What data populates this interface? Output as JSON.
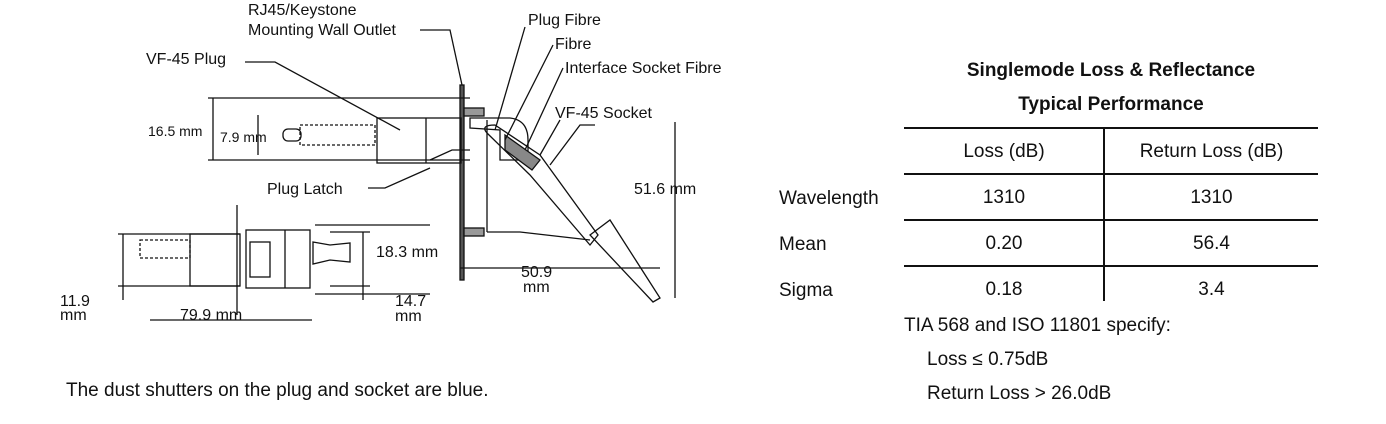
{
  "diagram": {
    "labels": {
      "outlet_line1": "RJ45/Keystone",
      "outlet_line2": "Mounting Wall Outlet",
      "plug": "VF-45 Plug",
      "plug_fibre": "Plug Fibre",
      "fibre": "Fibre",
      "interface_socket_fibre": "Interface Socket Fibre",
      "socket": "VF-45 Socket",
      "plug_latch": "Plug Latch"
    },
    "dimensions": {
      "d16_5": "16.5 mm",
      "d7_9": "7.9 mm",
      "d51_6": "51.6 mm",
      "d18_3": "18.3 mm",
      "d50_9_a": "50.9",
      "d50_9_b": "mm",
      "d11_9_a": "11.9",
      "d11_9_b": "mm",
      "d79_9": "79.9 mm",
      "d14_7_a": "14.7",
      "d14_7_b": "mm"
    },
    "caption": "The dust shutters on the plug and socket are blue."
  },
  "table": {
    "title_line1": "Singlemode Loss & Reflectance",
    "title_line2": "Typical Performance",
    "headers": [
      "Loss (dB)",
      "Return Loss (dB)"
    ],
    "rows": [
      {
        "label": "Wavelength",
        "loss": "1310",
        "return_loss": "1310"
      },
      {
        "label": "Mean",
        "loss": "0.20",
        "return_loss": "56.4"
      },
      {
        "label": "Sigma",
        "loss": "0.18",
        "return_loss": "3.4"
      }
    ]
  },
  "spec": {
    "intro": "TIA 568 and ISO 11801 specify:",
    "loss": "Loss ≤ 0.75dB",
    "return_loss": "Return Loss > 26.0dB"
  }
}
